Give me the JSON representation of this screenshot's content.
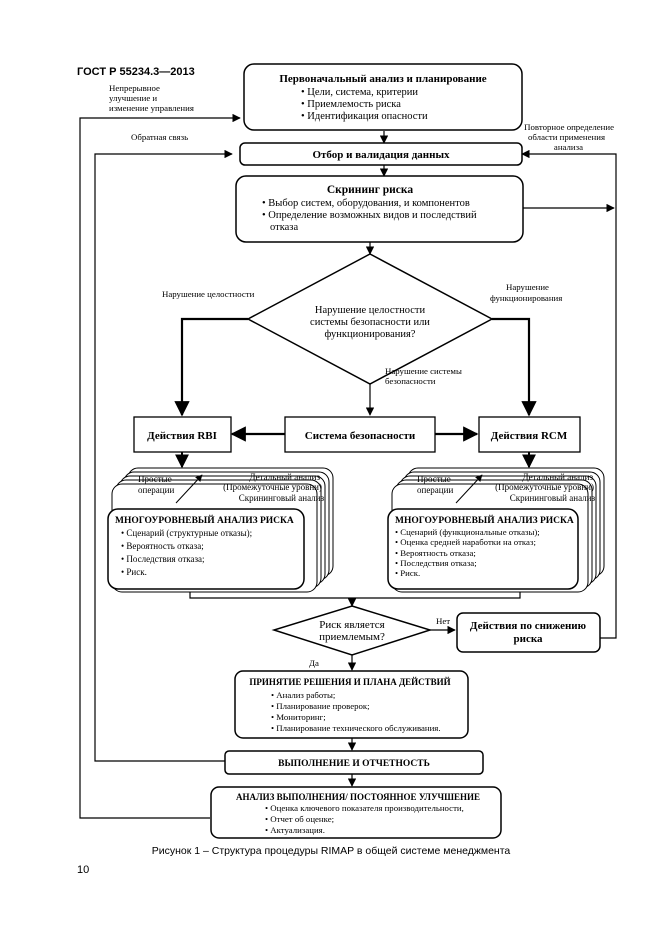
{
  "header": {
    "standard": "ГОСТ Р 55234.3—2013"
  },
  "boxes": {
    "initial": {
      "title": "Первоначальный анализ и планирование",
      "items": [
        "• Цели, система, критерии",
        "• Приемлемость риска",
        "• Идентификация опасности"
      ]
    },
    "data": {
      "title": "Отбор и валидация данных"
    },
    "screening": {
      "title": "Скрининг риска",
      "items": [
        "• Выбор систем, оборудования, и компонентов",
        "• Определение возможных видов и последствий",
        "отказа"
      ]
    },
    "diamond": {
      "lines": [
        "Нарушение целостности",
        "системы безопасности или",
        "функционирования?"
      ]
    },
    "rbi": {
      "title": "Действия RBI"
    },
    "safety": {
      "title": "Система безопасности"
    },
    "rcm": {
      "title": "Действия RCM"
    },
    "left_stack": {
      "simple": [
        "Простые",
        "операции"
      ],
      "levels": [
        "Детальный анализ",
        "(Промежуточные уровни)",
        "Скрининговый анализ"
      ],
      "title": "МНОГОУРОВНЕВЫЙ АНАЛИЗ РИСКА",
      "items": [
        "• Сценарий (структурные отказы);",
        "• Вероятность отказа;",
        "• Последствия отказа;",
        "• Риск."
      ]
    },
    "right_stack": {
      "simple": [
        "Простые",
        "операции"
      ],
      "levels": [
        "Детальный анализ",
        "(Промежуточные уровни)",
        "Скрининговый анализ"
      ],
      "title": "МНОГОУРОВНЕВЫЙ АНАЛИЗ РИСКА",
      "items": [
        "• Сценарий (функциональные отказы);",
        "• Оценка средней наработки на отказ;",
        "• Вероятность отказа;",
        "• Последствия отказа;",
        "• Риск."
      ]
    },
    "accept": {
      "lines": [
        "Риск является",
        "приемлемым?"
      ]
    },
    "mitigation": {
      "lines": [
        "Действия по снижению",
        "риска"
      ]
    },
    "decision": {
      "title": "ПРИНЯТИЕ РЕШЕНИЯ И ПЛАНА ДЕЙСТВИЙ",
      "items": [
        "• Анализ работы;",
        "• Планирование проверок;",
        "• Мониторинг;",
        "• Планирование технического обслуживания."
      ]
    },
    "execution": {
      "title": "ВЫПОЛНЕНИЕ И ОТЧЕТНОСТЬ"
    },
    "review": {
      "title": "АНАЛИЗ ВЫПОЛНЕНИЯ/ ПОСТОЯННОЕ УЛУЧШЕНИЕ",
      "items": [
        "• Оценка ключевого показателя производительности,",
        "• Отчет об оценке;",
        "• Актуализация."
      ]
    }
  },
  "labels": {
    "continuous": [
      "Непрерывное",
      "улучшение и",
      "изменение управления"
    ],
    "feedback": "Обратная связь",
    "redefine": [
      "Повторное определение",
      "области применения",
      "анализа"
    ],
    "integrity": "Нарушение целостности",
    "function": [
      "Нарушение",
      "функционирования"
    ],
    "safety_viol": [
      "Нарушение системы",
      "безопасности"
    ],
    "no": "Нет",
    "yes": "Да"
  },
  "caption": "Рисунок 1 – Структура процедуры RIMAP в общей системе менеджмента",
  "page_number": "10"
}
